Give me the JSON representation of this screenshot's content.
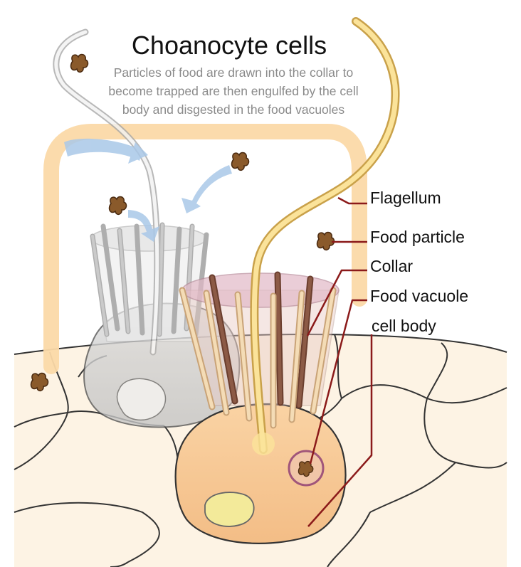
{
  "title": "Choanocyte cells",
  "subtitle_lines": [
    "Particles of food are drawn into the collar to",
    "become trapped are then engulfed by the cell",
    "body and disgested in the food vacuoles"
  ],
  "labels": {
    "flagellum": "Flagellum",
    "food_particle": "Food particle",
    "collar": "Collar",
    "food_vacuole": "Food vacuole",
    "cell_body": "cell body"
  },
  "colors": {
    "leader_line": "#8b1a1a",
    "flagellum": "#f4d27a",
    "cell_body": "#f7c995",
    "food_particle": "#8a5a2b",
    "water_arrow": "#a9c8e8",
    "tissue": "#fdf3e4"
  }
}
